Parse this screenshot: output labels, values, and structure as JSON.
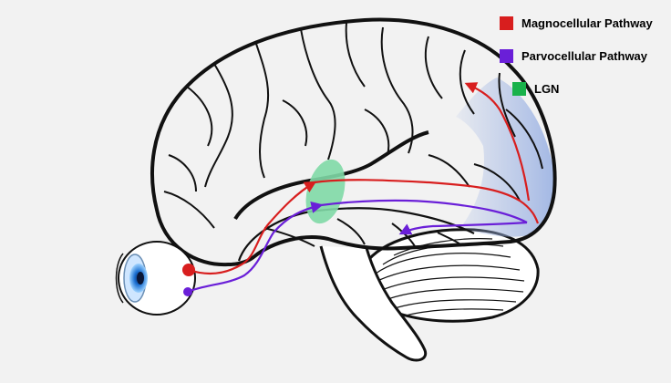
{
  "legend": [
    {
      "label": "Magnocellular Pathway",
      "color": "#d81e1e"
    },
    {
      "label": "Parvocellular Pathway",
      "color": "#6a1fd8"
    },
    {
      "label": "LGN",
      "color": "#19b24b"
    }
  ],
  "colors": {
    "magnocellular": "#d81e1e",
    "parvocellular": "#6a1fd8",
    "lgn": "#7fd9a6",
    "visual_cortex": "#9db3e3",
    "outline": "#111111"
  }
}
